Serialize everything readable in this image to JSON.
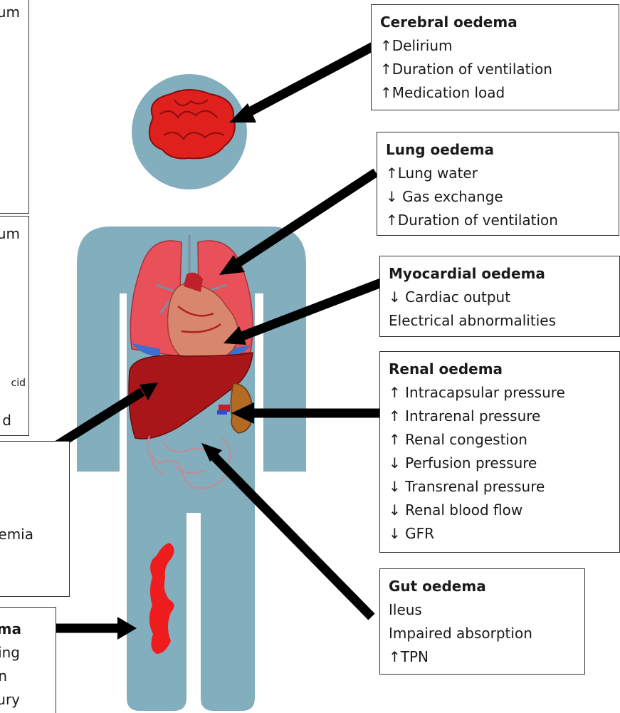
{
  "boxes": {
    "cerebral": {
      "title": "Cerebral oedema",
      "lines": [
        "↑Delirium",
        "↑Duration of ventilation",
        "↑Medication load"
      ]
    },
    "lung": {
      "title": "Lung oedema",
      "lines": [
        "↑Lung water",
        "↓ Gas exchange",
        "↑Duration of ventilation"
      ]
    },
    "myocardial": {
      "title": "Myocardial oedema",
      "lines": [
        "↓ Cardiac output",
        "Electrical abnormalities"
      ]
    },
    "renal": {
      "title": "Renal oedema",
      "lines": [
        "↑ Intracapsular pressure",
        "↑ Intrarenal pressure",
        "↑ Renal congestion",
        "↓ Perfusion pressure",
        "↓ Transrenal pressure",
        "↓ Renal blood flow",
        "↓ GFR"
      ]
    },
    "gut": {
      "title": "Gut oedema",
      "lines": [
        "Ileus",
        "Impaired absorption",
        "↑TPN"
      ]
    }
  },
  "cropped_fragments": {
    "top_left": "um",
    "mid_left_1": "um",
    "mid_left_2": "cid",
    "mid_left_3": "d",
    "liver_box": "emia",
    "skin_box_title": "ma",
    "skin_box_lines": [
      "ing",
      "n",
      "ury"
    ]
  },
  "colors": {
    "body": "#82aebd",
    "lung": "#e8505a",
    "brain": "#e0201c",
    "liver": "#a8161a",
    "arrow": "#000000"
  }
}
